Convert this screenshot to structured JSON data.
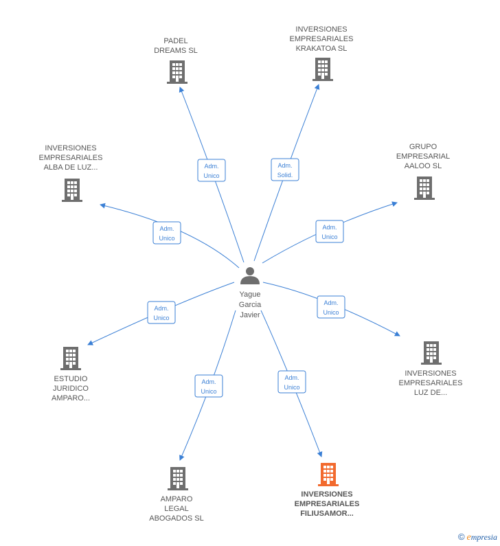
{
  "center": {
    "name_lines": [
      "Yague",
      "Garcia",
      "Javier"
    ],
    "icon": "person-icon"
  },
  "nodes": [
    {
      "id": "padel",
      "lines": [
        "PADEL",
        "DREAMS SL"
      ],
      "role": [
        "Adm.",
        "Unico"
      ],
      "highlight": false
    },
    {
      "id": "krakatoa",
      "lines": [
        "INVERSIONES",
        "EMPRESARIALES",
        "KRAKATOA  SL"
      ],
      "role": [
        "Adm.",
        "Solid."
      ],
      "highlight": false
    },
    {
      "id": "alba",
      "lines": [
        "INVERSIONES",
        "EMPRESARIALES",
        "ALBA DE LUZ..."
      ],
      "role": [
        "Adm.",
        "Unico"
      ],
      "highlight": false
    },
    {
      "id": "aaloo",
      "lines": [
        "GRUPO",
        "EMPRESARIAL",
        "AALOO  SL"
      ],
      "role": [
        "Adm.",
        "Unico"
      ],
      "highlight": false
    },
    {
      "id": "estudio",
      "lines": [
        "ESTUDIO",
        "JURIDICO",
        "AMPARO..."
      ],
      "role": [
        "Adm.",
        "Unico"
      ],
      "highlight": false
    },
    {
      "id": "luzde",
      "lines": [
        "INVERSIONES",
        "EMPRESARIALES",
        "LUZ DE..."
      ],
      "role": [
        "Adm.",
        "Unico"
      ],
      "highlight": false
    },
    {
      "id": "amparo",
      "lines": [
        "AMPARO",
        "LEGAL",
        "ABOGADOS  SL"
      ],
      "role": [
        "Adm.",
        "Unico"
      ],
      "highlight": false
    },
    {
      "id": "filiusamor",
      "lines": [
        "INVERSIONES",
        "EMPRESARIALES",
        "FILIUSAMOR..."
      ],
      "role": [
        "Adm.",
        "Unico"
      ],
      "highlight": true
    }
  ],
  "colors": {
    "edge": "#3a7fd5",
    "building": "#6e6e6e",
    "building_highlight": "#f26a2e",
    "person": "#6e6e6e"
  },
  "brand": {
    "symbol": "©",
    "initial": "e",
    "rest": "mpresia"
  }
}
